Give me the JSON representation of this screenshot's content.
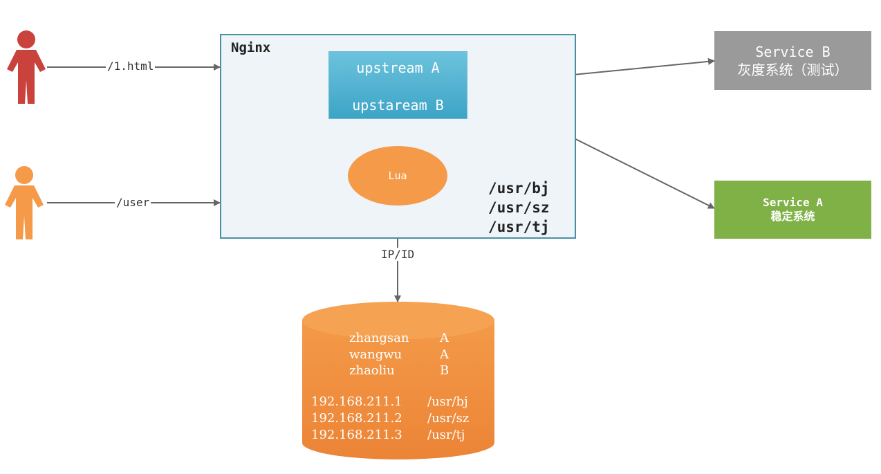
{
  "colors": {
    "user_red": "#c9423b",
    "user_orange": "#f59a48",
    "nginx_border": "#4a90a4",
    "nginx_fill": "#eef4f8",
    "upstream_fill": "#4aaed0",
    "lua_fill": "#f59a48",
    "db_fill": "#f08c3c",
    "service_b_fill": "#9a9a9a",
    "service_a_fill": "#7fb147",
    "arrow": "#666666"
  },
  "icons": [
    "user-red-icon",
    "user-orange-icon"
  ],
  "edges": {
    "user1_label": "/1.html",
    "user2_label": "/user",
    "lua_db_label": "IP/ID"
  },
  "nginx": {
    "title": "Nginx",
    "upstream_a": "upstream A",
    "upstream_b": "upstaream B",
    "lua": "Lua",
    "paths": [
      "/usr/bj",
      "/usr/sz",
      "/usr/tj"
    ]
  },
  "service_b": {
    "name": "Service B",
    "desc": "灰度系统（测试）"
  },
  "service_a": {
    "name": "Service A",
    "desc": "稳定系统"
  },
  "database": {
    "users": [
      {
        "name": "zhangsan",
        "group": "A"
      },
      {
        "name": "wangwu",
        "group": "A"
      },
      {
        "name": "zhaoliu",
        "group": "B"
      }
    ],
    "ips": [
      {
        "ip": "192.168.211.1",
        "path": "/usr/bj"
      },
      {
        "ip": "192.168.211.2",
        "path": "/usr/sz"
      },
      {
        "ip": "192.168.211.3",
        "path": "/usr/tj"
      }
    ]
  }
}
